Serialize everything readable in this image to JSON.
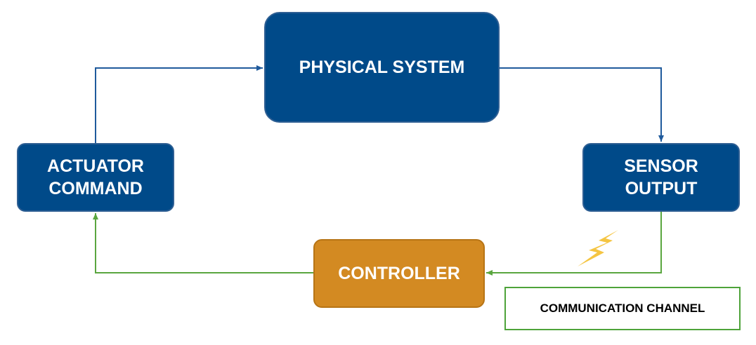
{
  "diagram": {
    "nodes": {
      "physical_system": {
        "lines": [
          "PHYSICAL SYSTEM"
        ]
      },
      "actuator_command": {
        "lines": [
          "ACTUATOR",
          "COMMAND"
        ]
      },
      "sensor_output": {
        "lines": [
          "SENSOR",
          "OUTPUT"
        ]
      },
      "controller": {
        "lines": [
          "CONTROLLER"
        ]
      }
    },
    "legend": {
      "label": "COMMUNICATION CHANNEL"
    },
    "edges": [
      {
        "from": "actuator_command",
        "to": "physical_system",
        "style": "physical-link"
      },
      {
        "from": "physical_system",
        "to": "sensor_output",
        "style": "physical-link"
      },
      {
        "from": "sensor_output",
        "to": "controller",
        "style": "communication-channel"
      },
      {
        "from": "controller",
        "to": "actuator_command",
        "style": "communication-channel"
      }
    ],
    "icons": [
      "lightning-icon"
    ],
    "colors": {
      "node_blue": "#004a89",
      "node_orange": "#d38a22",
      "physical_link": "#1f5a9c",
      "communication_link": "#5aa63f",
      "lightning": "#f5c542"
    }
  }
}
